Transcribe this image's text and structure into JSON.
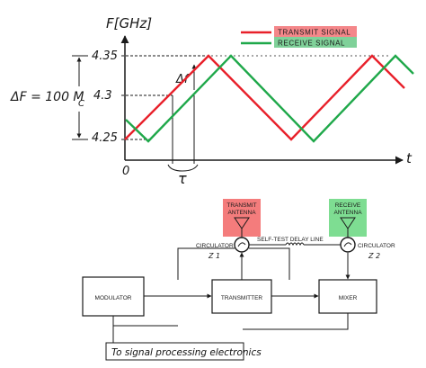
{
  "graph": {
    "y_title": "F[GHz]",
    "x_axis_label": "t",
    "origin_label": "0",
    "ticks": {
      "y_top": "4.35",
      "y_mid": "4.3",
      "y_bottom": "4.25"
    },
    "delta_f_label": "Δf",
    "delta_F_label": "ΔF = 100 M",
    "delta_F_subscript": "C",
    "tau_label": "τ",
    "legend": [
      {
        "name": "TRANSMIT SIGNAL",
        "color": "#e8202a",
        "box": "#f4878a"
      },
      {
        "name": "RECEIVE SIGNAL",
        "color": "#1fa84a",
        "box": "#7fd199"
      }
    ]
  },
  "block_diagram": {
    "transmit_antenna": {
      "line1": "TRANSMIT",
      "line2": "ANTENNA",
      "fill": "#f47c7c"
    },
    "receive_antenna": {
      "line1": "RECEIVE",
      "line2": "ANTENNA",
      "fill": "#7edd92"
    },
    "circulator_left": {
      "line1": "CIRCULATOR",
      "line2": "Z 1"
    },
    "circulator_right": {
      "line1": "CIRCULATOR",
      "line2": "Z 2"
    },
    "delay_line": "SELF-TEST DELAY LINE",
    "modulator": "MODULATOR",
    "transmitter": "TRANSMITTER",
    "mixer": "MIXER",
    "signal_processing": "To signal processing electronics"
  }
}
